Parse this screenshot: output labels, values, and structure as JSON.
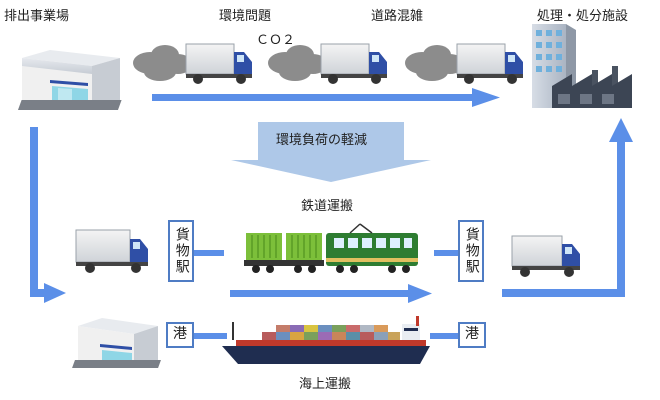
{
  "labels": {
    "discharge_site": "排出事業場",
    "env_issue": "環境問題",
    "co2": "ＣＯ２",
    "traffic": "道路混雑",
    "disposal": "処理・処分施設",
    "reduction": "環境負荷の軽減",
    "rail": "鉄道運搬",
    "sea": "海上運搬"
  },
  "stations": {
    "freight_left": "貨物駅",
    "freight_right": "貨物駅",
    "port_left": "港",
    "port_right": "港"
  },
  "colors": {
    "arrow": "#5b8fe8",
    "station_border": "#4f7cc4",
    "reduction_arrow": "#aec8e8",
    "smoke": "#8c8c8c",
    "truck_cab": "#2f4fa6",
    "container_green": "#7cbf3a",
    "locomotive_green": "#2e7d32"
  }
}
